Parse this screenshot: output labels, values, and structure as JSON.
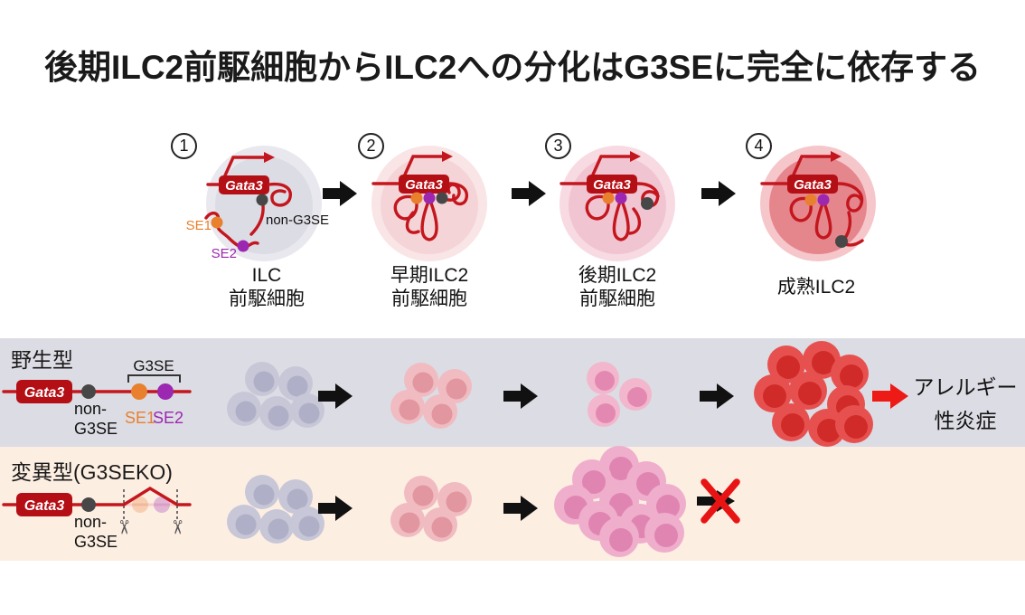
{
  "title": "後期ILC2前駆細胞からILC2への分化はG3SEに完全に依存する",
  "stages": [
    {
      "number": "1",
      "gene": "Gata3",
      "se1": "SE1",
      "se2": "SE2",
      "non_g3se": "non-G3SE",
      "name_line1": "ILC",
      "name_line2": "前駆細胞"
    },
    {
      "number": "2",
      "gene": "Gata3",
      "name_line1": "早期ILC2",
      "name_line2": "前駆細胞"
    },
    {
      "number": "3",
      "gene": "Gata3",
      "name_line1": "後期ILC2",
      "name_line2": "前駆細胞"
    },
    {
      "number": "4",
      "gene": "Gata3",
      "name_line1": "成熟ILC2",
      "name_line2": ""
    }
  ],
  "wild_row": {
    "label": "野生型",
    "gene": {
      "gata3": "Gata3",
      "g3se": "G3SE",
      "se1": "SE1",
      "se2": "SE2",
      "non_line1": "non-",
      "non_line2": "G3SE"
    },
    "outcome_line1": "アレルギー",
    "outcome_line2": "性炎症"
  },
  "mutant_row": {
    "label": "変異型(G3SEKO)",
    "gene": {
      "gata3": "Gata3",
      "non_line1": "non-",
      "non_line2": "G3SE"
    },
    "scissors_icon": "✂"
  },
  "colors": {
    "ink": "#1a1a1a",
    "gata3_red": "#b50f16",
    "strand_red": "#c4161d",
    "ghost_strand": "#f2b9bc",
    "se1_orange": "#e8802e",
    "se2_purple": "#9c27b0",
    "non_g3se_gray": "#474747",
    "bracket_gray": "#333333",
    "scissors_gray": "#555555",
    "cell1_halo": "#e8e8ee",
    "cell1_body": "#dcdce5",
    "cell2_halo": "#f9e4e6",
    "cell2_body": "#f4d4d7",
    "cell3_halo": "#f8dae3",
    "cell3_body": "#f1c4d2",
    "cell4_halo": "#f5c6ca",
    "cell4_body": "#e5858c",
    "row_wild_bg": "#dcdce4",
    "row_mutant_bg": "#fdeee2",
    "gray_cell": "#c7c7d8",
    "gray_cell_nucleus": "#afafc7",
    "pink_cell": "#f0bcc1",
    "pink_cell_nucleus": "#e2969f",
    "rose_cell": "#f2b7cd",
    "rose_cell_nucleus": "#e389b1",
    "red_cell": "#e65150",
    "red_cell_nucleus": "#d02b28",
    "mauve_cell": "#efaecb",
    "mauve_cell_nucleus": "#e085b1",
    "arrow_black": "#111111",
    "arrow_red": "#ee1a15",
    "x_red": "#e81414"
  }
}
